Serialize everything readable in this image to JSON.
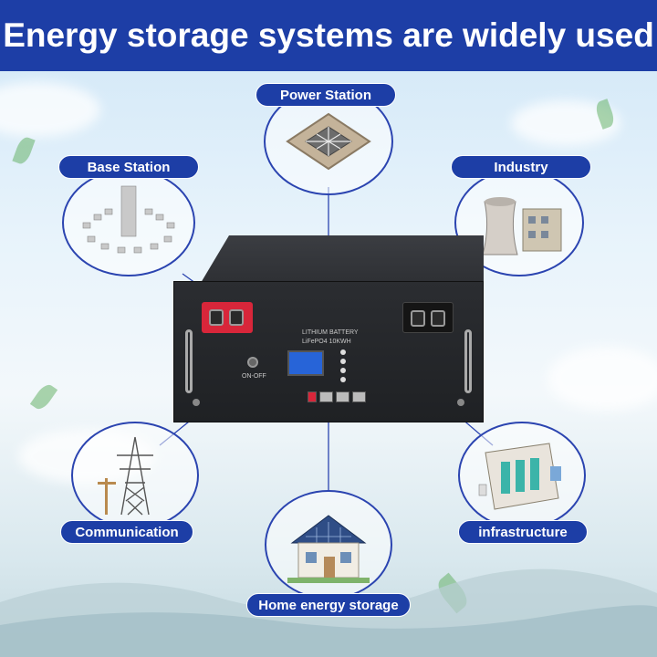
{
  "header": {
    "title": "Energy storage systems are widely used"
  },
  "colors": {
    "brand_blue": "#1d3ea6",
    "terminal_red": "#d8263a",
    "display_blue": "#2764d8"
  },
  "labels": {
    "power_station": "Power Station",
    "base_station": "Base Station",
    "industry": "Industry",
    "communication": "Communication",
    "infrastructure": "infrastructure",
    "home_energy_storage": "Home energy storage"
  },
  "battery": {
    "line1": "LITHIUM BATTERY",
    "line2": "LiFePO4   10KWH",
    "switch_label": "ON-OFF"
  }
}
